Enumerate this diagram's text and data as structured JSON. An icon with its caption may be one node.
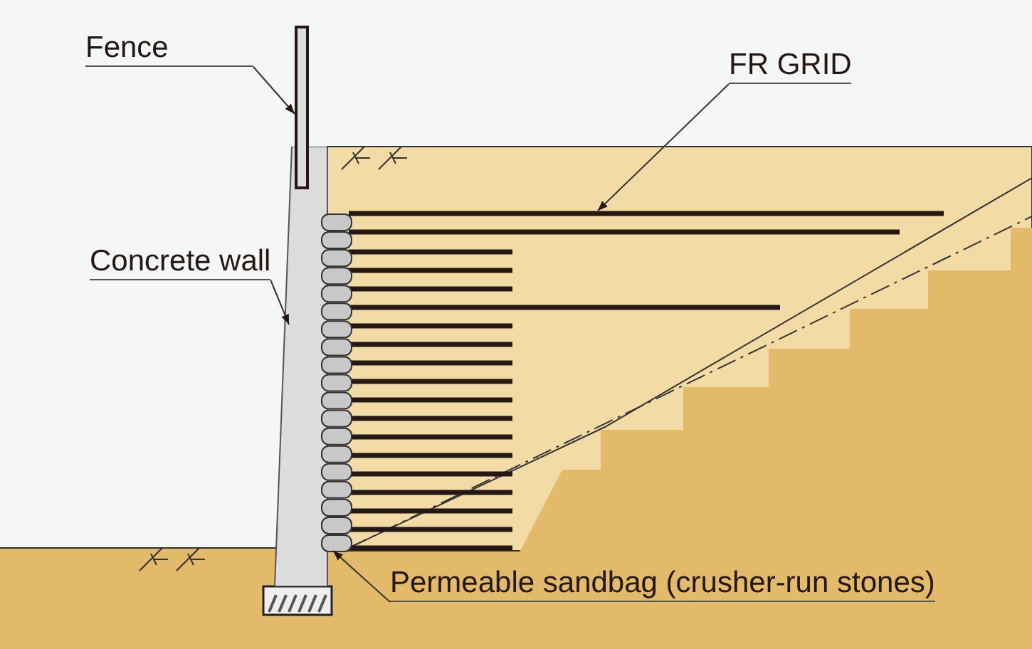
{
  "diagram": {
    "nodes": [
      {
        "text": [
          "Fence"
        ]
      },
      {
        "text": [],
        "shape": "bar"
      },
      {
        "text": [
          "Concrete wall"
        ]
      },
      {
        "text": [],
        "shape": "box"
      },
      {
        "text": [
          "FR GRID"
        ]
      },
      {
        "text": [],
        "shape": "picture"
      },
      {
        "text": [
          "Permeable sandbag (crusher-run stones)"
        ]
      },
      {
        "text": [],
        "shape": "picture"
      }
    ],
    "edges": [
      {
        "from": 0,
        "to": 1,
        "arrow": "to"
      },
      {
        "from": 2,
        "to": 3,
        "arrow": "to"
      },
      {
        "from": 4,
        "to": 5,
        "arrow": "to"
      },
      {
        "from": 6,
        "to": 7,
        "arrow": "to"
      }
    ]
  }
}
